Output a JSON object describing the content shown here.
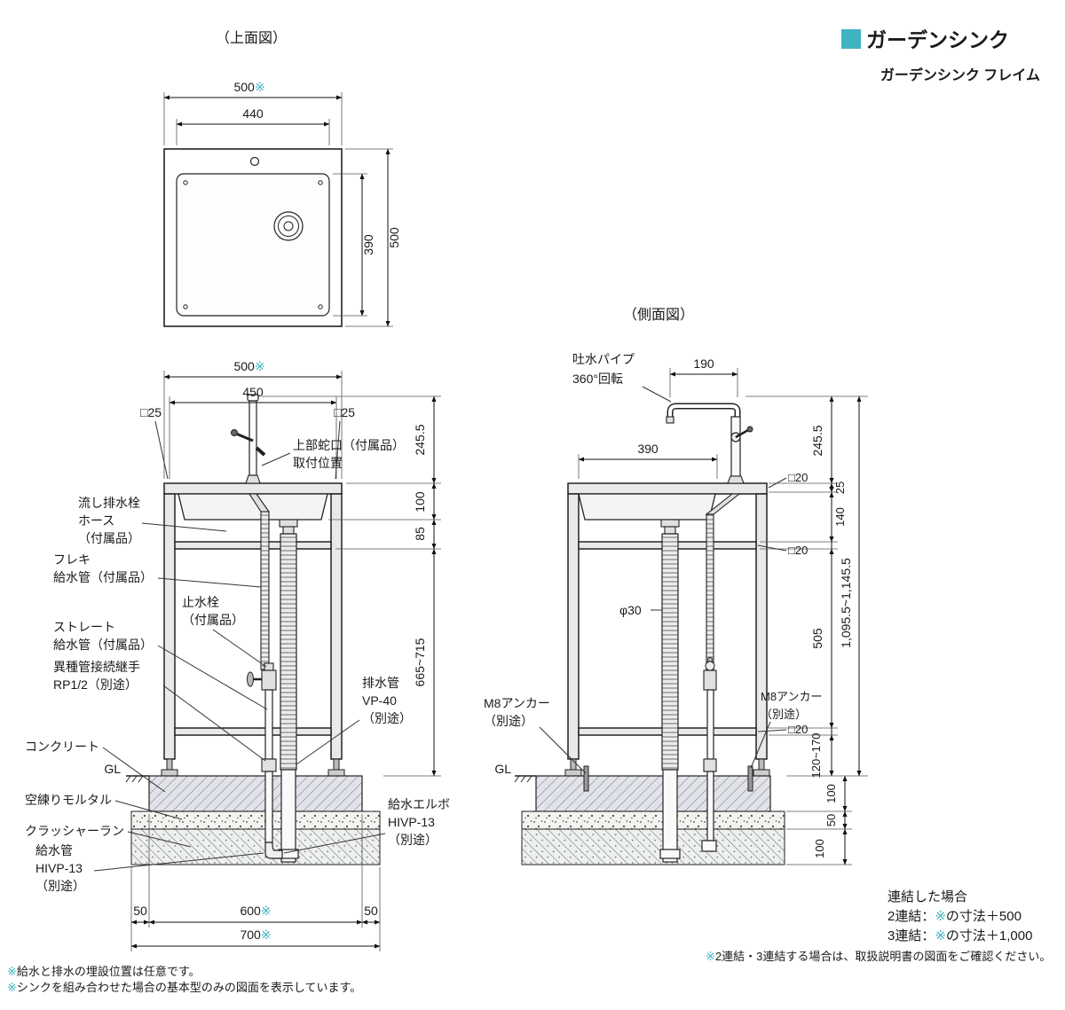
{
  "colors": {
    "accent": "#3fb3c0",
    "line": "#1a1a1a"
  },
  "header": {
    "title": "ガーデンシンク",
    "subtitle": "ガーデンシンク フレイム"
  },
  "top_view": {
    "title": "（上面図）",
    "dim_w_outer": "500",
    "star": "※",
    "dim_w_inner": "440",
    "dim_d_inner": "390",
    "dim_d_outer": "500"
  },
  "front_view": {
    "dim_w_outer": "500",
    "dim_w_outer_star": "※",
    "dim_w_faucet": "450",
    "dim_leg_left": "□25",
    "dim_leg_right": "□25",
    "dim_h_faucet": "245.5",
    "dim_h_top": "100",
    "dim_h_basin": "85",
    "dim_h_leg": "665~715",
    "dim_b_left": "50",
    "dim_b_mid": "600",
    "dim_b_mid_star": "※",
    "dim_b_right": "50",
    "dim_b_total": "700",
    "dim_b_total_star": "※",
    "label_faucet_1": "上部蛇口（付属品）",
    "label_faucet_2": "取付位置",
    "label_hose_1": "流し排水栓",
    "label_hose_2": "ホース",
    "label_hose_3": "（付属品）",
    "label_flex_1": "フレキ",
    "label_flex_2": "給水管（付属品）",
    "label_valve_1": "止水栓",
    "label_valve_2": "（付属品）",
    "label_straight_1": "ストレート",
    "label_straight_2": "給水管（付属品）",
    "label_joint_1": "異種管接続継手",
    "label_joint_2": "RP1/2（別途）",
    "label_concrete": "コンクリート",
    "label_gl": "GL",
    "label_mortar": "空練りモルタル",
    "label_crusher": "クラッシャーラン",
    "label_supply_1": "給水管",
    "label_supply_2": "HIVP-13",
    "label_supply_3": "（別途）",
    "label_drain_1": "排水管",
    "label_drain_2": "VP-40",
    "label_drain_3": "（別途）",
    "label_elbow_1": "給水エルボ",
    "label_elbow_2": "HIVP-13",
    "label_elbow_3": "（別途）"
  },
  "side_view": {
    "title": "（側面図）",
    "label_spout_1": "吐水パイプ",
    "label_spout_2": "360°回転",
    "dim_spout": "190",
    "dim_basin": "390",
    "label_dia": "φ30",
    "label_anchor_left_1": "M8アンカー",
    "label_anchor_left_2": "（別途）",
    "label_anchor_right_1": "M8アンカー",
    "label_anchor_right_2": "（別途）",
    "label_gl": "GL",
    "dim_h_faucet": "245.5",
    "dim_lip": "25",
    "dim_h_upper": "140",
    "dim_sq20_top": "□20",
    "dim_sq20_mid": "□20",
    "dim_sq20_bottom": "□20",
    "dim_total": "1,095.5~1,145.5",
    "dim_leg": "505",
    "dim_foot": "120~170",
    "dim_g_concrete": "100",
    "dim_g_mortar": "50",
    "dim_g_crusher": "100"
  },
  "notes": {
    "joined_title": "連結した場合",
    "joined2_prefix": "2連結：",
    "joined2_star": "※",
    "joined2_suffix": "の寸法＋500",
    "joined3_prefix": "3連結：",
    "joined3_star": "※",
    "joined3_suffix": "の寸法＋1,000",
    "joined_note_star": "※",
    "joined_note_text": "2連結・3連結する場合は、取扱説明書の図面をご確認ください。",
    "note1_star": "※",
    "note1_text": "給水と排水の埋設位置は任意です。",
    "note2_star": "※",
    "note2_text": "シンクを組み合わせた場合の基本型のみの図面を表示しています。"
  }
}
